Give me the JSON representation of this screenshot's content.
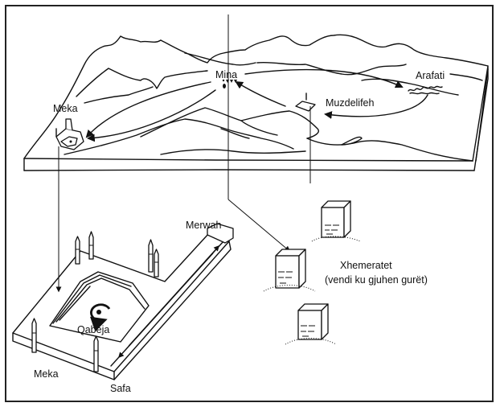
{
  "diagram": {
    "title": "Hajj pilgrimage route diagram",
    "colors": {
      "ink": "#111111",
      "background": "#ffffff",
      "frame": "#222222"
    },
    "landscape": {
      "labels": {
        "mina": "Mina",
        "arafati": "Arafati",
        "muzdelifeh": "Muzdelifeh",
        "meka": "Meka"
      },
      "route": [
        "Meka",
        "Mina",
        "Arafati",
        "Muzdelifeh",
        "Mina",
        "Meka"
      ]
    },
    "mosque": {
      "labels": {
        "merwah": "Merwah",
        "qabeja": "Qabeja",
        "meka": "Meka",
        "safa": "Safa"
      }
    },
    "pillars": {
      "label_line1": "Xhemeratet",
      "label_line2": "(vendi ku gjuhen gurët)",
      "count": 3
    }
  }
}
